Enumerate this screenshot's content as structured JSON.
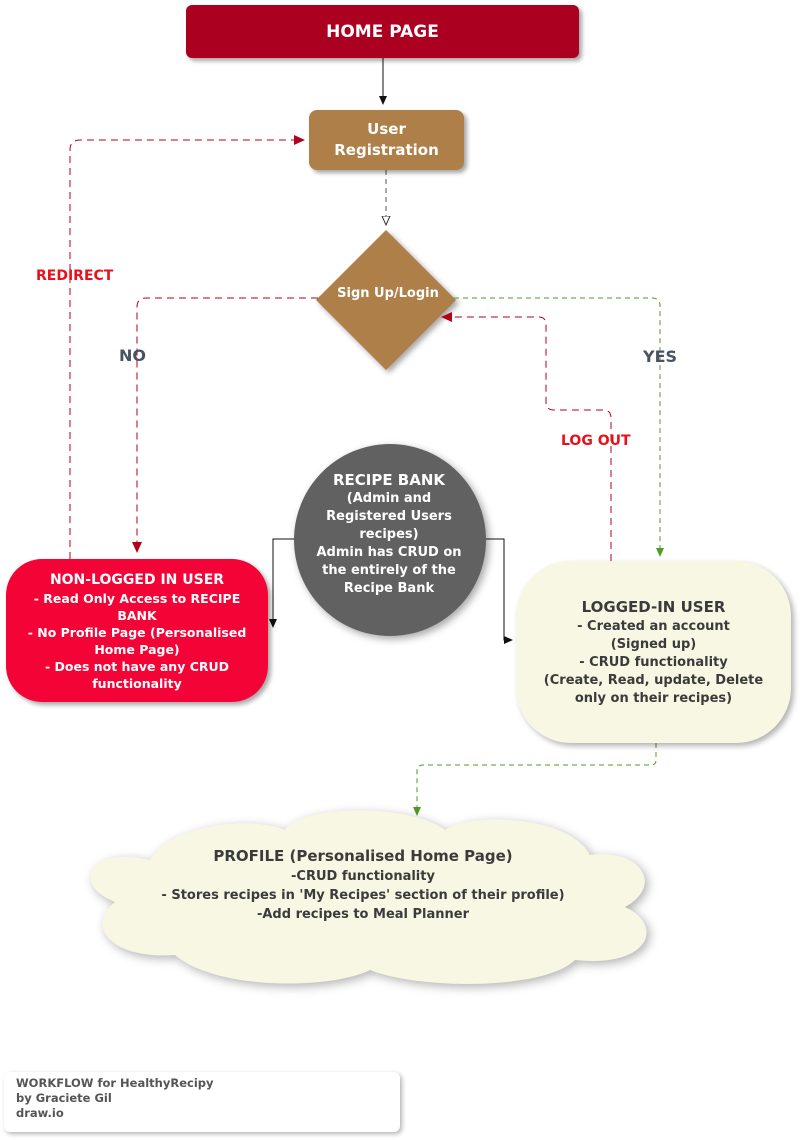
{
  "nodes": {
    "home": "HOME PAGE",
    "registration": [
      "User",
      "Registration"
    ],
    "decision": "Sign Up/Login",
    "recipe_bank": {
      "title": "RECIPE BANK",
      "lines": [
        "(Admin and",
        "Registered Users",
        "recipes)",
        "Admin has CRUD on",
        "the entirely of the",
        "Recipe Bank"
      ]
    },
    "non_logged": {
      "title": "NON-LOGGED IN USER",
      "lines": [
        "- Read Only Access to RECIPE",
        "BANK",
        "- No Profile Page (Personalised",
        "Home Page)",
        "- Does not have any CRUD",
        "functionality"
      ]
    },
    "logged": {
      "title": "LOGGED-IN USER",
      "lines": [
        "- Created an account",
        "(Signed up)",
        "- CRUD functionality",
        "(Create, Read, update, Delete",
        "only on  their recipes)"
      ]
    },
    "profile": {
      "title": "PROFILE (Personalised Home Page)",
      "lines": [
        "-CRUD functionality",
        "- Stores recipes in 'My Recipes' section of their profile)",
        "-Add recipes to Meal Planner"
      ]
    }
  },
  "edge_labels": {
    "redirect": "REDIRECT",
    "no": "NO",
    "yes": "YES",
    "logout": "LOG OUT"
  },
  "colors": {
    "home": "#ab0020",
    "registration": "#ae7f49",
    "decision": "#ae7f49",
    "recipe_bank": "#616161",
    "non_logged": "#f40336",
    "logged": "#f7f7e4",
    "profile": "#f7f7e4",
    "red_edge": "#b3001b",
    "green_edge": "#4f9a28"
  },
  "credit": [
    "WORKFLOW for HealthyRecipy",
    "by Graciete Gil",
    "draw.io"
  ]
}
